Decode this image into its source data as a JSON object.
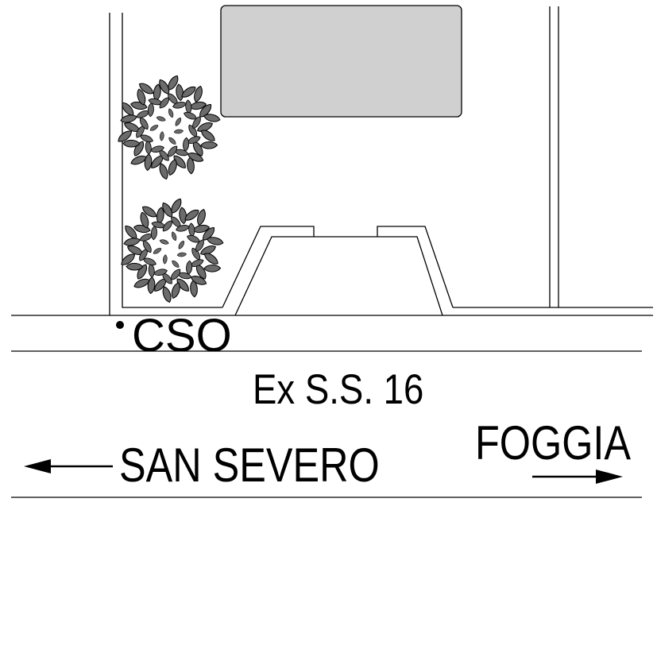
{
  "map": {
    "station_label": "CSO",
    "road_label": "Ex S.S. 16",
    "destination_left": "SAN SEVERO",
    "destination_right": "FOGGIA"
  },
  "colors": {
    "line": "#000000",
    "building_fill": "#d0d0d0",
    "tree_fill": "#6b6b6b",
    "background": "#ffffff"
  },
  "icons": {
    "tree": "tree-icon",
    "station_marker": "point-marker-icon",
    "left_arrow": "arrow-left-icon",
    "right_arrow": "arrow-right-icon"
  }
}
